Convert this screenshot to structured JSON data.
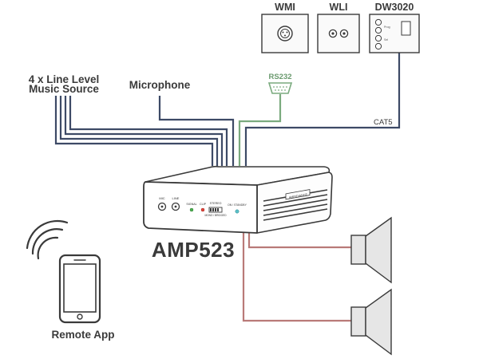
{
  "labels": {
    "wmi": "WMI",
    "wli": "WLI",
    "dw3020": "DW3020",
    "line_level_1": "4 x Line Level",
    "line_level_2": "Music Source",
    "microphone": "Microphone",
    "rs232": "RS232",
    "cat5": "CAT5",
    "amp": "AMP523",
    "remote_app": "Remote App"
  },
  "panel_labels": {
    "mic": "MIC",
    "line": "LINE",
    "signal": "SIGNAL",
    "clip": "CLIP",
    "stereo": "STEREO",
    "mono": "MONO / BRIDGED",
    "on_standby": "ON / STANDBY",
    "brand": "AMPIDIANCE",
    "wall_plate_prog": "Prog",
    "wall_plate_sel": "Sel"
  },
  "colors": {
    "cable_dark": "#3d4a66",
    "cable_green": "#7aaa7e",
    "cable_red": "#b97a78",
    "device_outline": "#3a3a3a",
    "speaker_fill": "#e6e6e6",
    "led_green": "#4caf50",
    "led_red": "#e0443a",
    "led_cyan": "#5bc0c8"
  },
  "icons": [
    "wall-plate-xlr-icon",
    "wall-plate-rca-icon",
    "wall-plate-control-icon",
    "serial-port-icon",
    "wifi-icon",
    "smartphone-icon",
    "speaker-icon"
  ]
}
